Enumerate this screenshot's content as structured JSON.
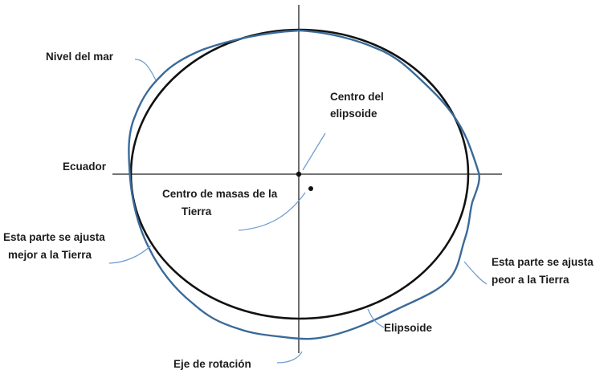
{
  "diagram": {
    "labels": {
      "sea_level": "Nivel del mar",
      "ellipsoid_center_line1": "Centro del",
      "ellipsoid_center_line2": "elipsoide",
      "equator": "Ecuador",
      "mass_center_line1": "Centro de masas de la",
      "mass_center_line2": "Tierra",
      "fits_better_line1": "Esta parte se ajusta",
      "fits_better_line2": "mejor a la Tierra",
      "fits_worse_line1": "Esta parte se ajusta",
      "fits_worse_line2": "peor a la Tierra",
      "ellipsoid": "Elipsoide",
      "rotation_axis": "Eje de rotación"
    },
    "colors": {
      "ellipse": "#111111",
      "geoid": "#3a6a9a",
      "pointer": "#6f9fcf",
      "axes": "#222222",
      "text": "#1c1c1c"
    }
  }
}
